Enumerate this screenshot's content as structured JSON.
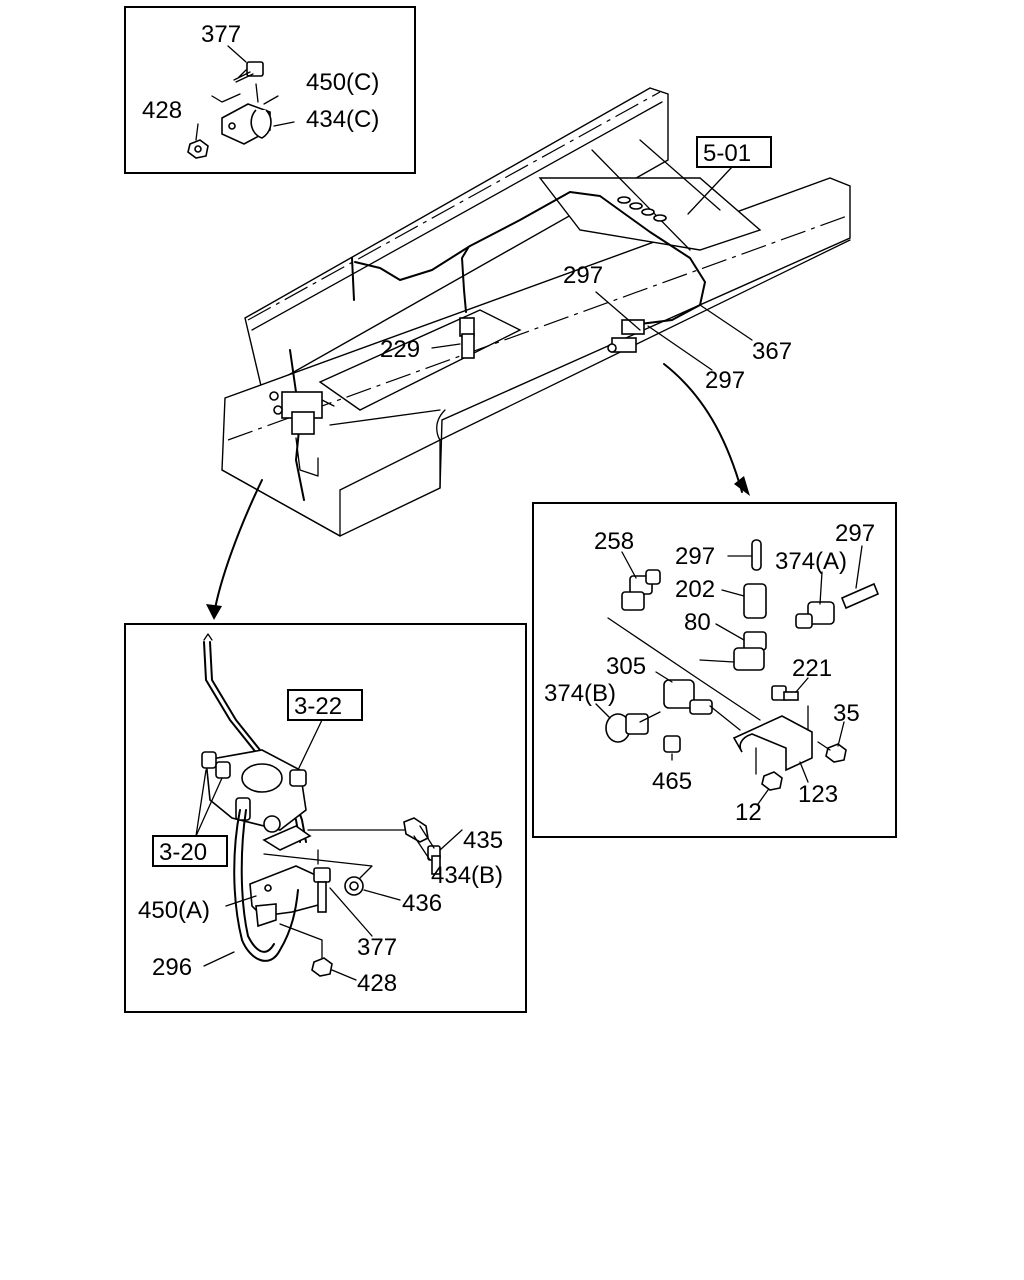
{
  "callouts": {
    "inset_c": {
      "p377": "377",
      "p450c": "450(C)",
      "p428": "428",
      "p434c": "434(C)"
    },
    "main": {
      "ref501": "5-01",
      "p297a": "297",
      "p229": "229",
      "p367": "367",
      "p297b": "297"
    },
    "inset_b": {
      "p258": "258",
      "p297c": "297",
      "p297d": "297",
      "p374a": "374(A)",
      "p202": "202",
      "p80": "80",
      "p305": "305",
      "p221": "221",
      "p374b": "374(B)",
      "p35": "35",
      "p465": "465",
      "p123": "123",
      "p12": "12"
    },
    "inset_a": {
      "ref322": "3-22",
      "ref320": "3-20",
      "p435": "435",
      "p434b": "434(B)",
      "p436": "436",
      "p450a": "450(A)",
      "p377": "377",
      "p296": "296",
      "p428": "428"
    }
  },
  "colors": {
    "line": "#000000",
    "background": "#ffffff"
  }
}
